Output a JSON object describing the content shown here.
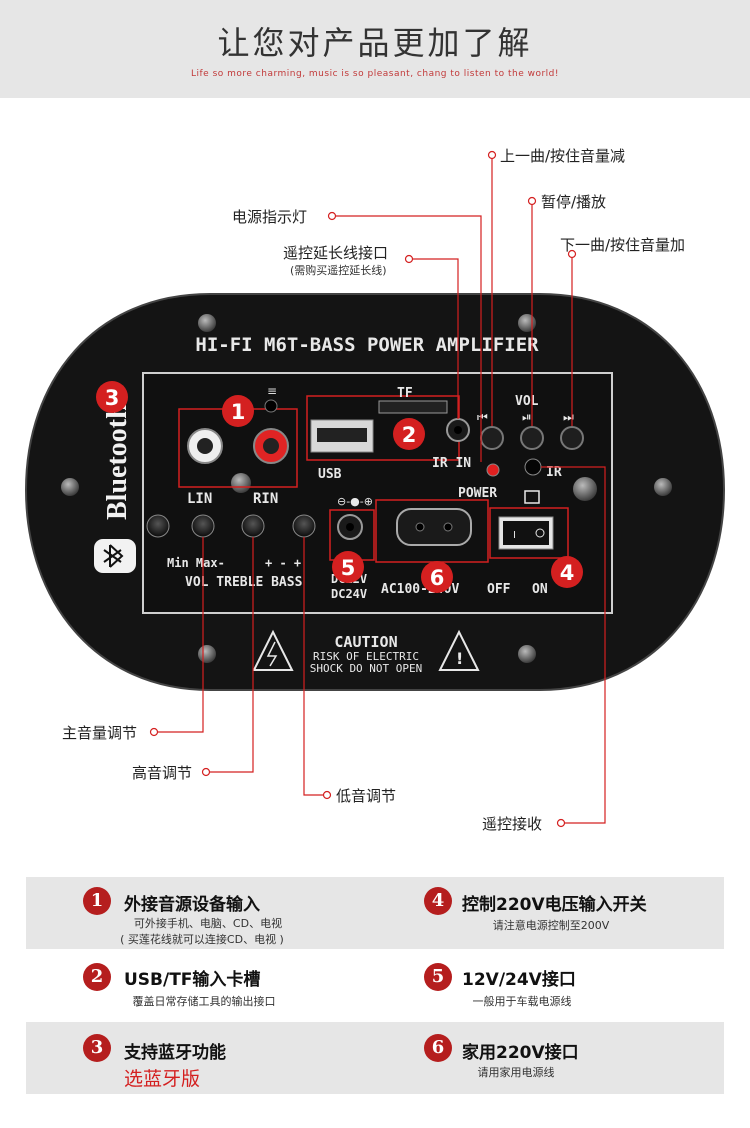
{
  "header": {
    "title": "让您对产品更加了解",
    "subtitle": "Life so more charming, music is so pleasant, chang to listen to the world!"
  },
  "panel": {
    "model_title": "HI-FI M6T-BASS POWER AMPLIFIER",
    "labels": {
      "tf": "TF",
      "usb": "USB",
      "ir_in": "IR IN",
      "power": "POWER",
      "ir": "IR",
      "vol": "VOL",
      "lin": "LIN",
      "rin": "RIN",
      "min_max": "Min   Max-",
      "plus_minus": "+   -   +",
      "knob_row": "VOL  TREBLE  BASS",
      "dc_top": "DC12V",
      "dc_bottom": "DC24V",
      "ac": "AC100-240V",
      "off": "OFF",
      "on": "ON",
      "caution": "CAUTION",
      "caution_line1": "RISK OF ELECTRIC",
      "caution_line2": "SHOCK DO NOT OPEN",
      "bluetooth": "Bluetooth"
    },
    "badges": [
      "1",
      "2",
      "3",
      "4",
      "5",
      "6"
    ]
  },
  "callouts": {
    "prev_track": "上一曲/按住音量减",
    "power_light": "电源指示灯",
    "pause_play": "暂停/播放",
    "remote_ext": "遥控延长线接口",
    "remote_ext_note": "(需购买遥控延长线)",
    "next_track": "下一曲/按住音量加",
    "master_vol": "主音量调节",
    "treble": "高音调节",
    "bass": "低音调节",
    "remote_recv": "遥控接收"
  },
  "features": [
    {
      "num": "1",
      "title": "外接音源设备输入",
      "desc1": "可外接手机、电脑、CD、电视",
      "desc2": "( 买莲花线就可以连接CD、电视 )"
    },
    {
      "num": "4",
      "title": "控制220V电压输入开关",
      "desc1": "请注意电源控制至200V"
    },
    {
      "num": "2",
      "title": "USB/TF输入卡槽",
      "desc1": "覆盖日常存储工具的输出接口"
    },
    {
      "num": "5",
      "title": "12V/24V接口",
      "desc1": "一般用于车载电源线"
    },
    {
      "num": "3",
      "title": "支持蓝牙功能",
      "red": "选蓝牙版"
    },
    {
      "num": "6",
      "title": "家用220V接口",
      "desc1": "请用家用电源线"
    }
  ],
  "colors": {
    "accent_red": "#d42020",
    "badge_red": "#b51e1e",
    "panel_black": "#161616",
    "header_gray": "#e6e6e6"
  }
}
